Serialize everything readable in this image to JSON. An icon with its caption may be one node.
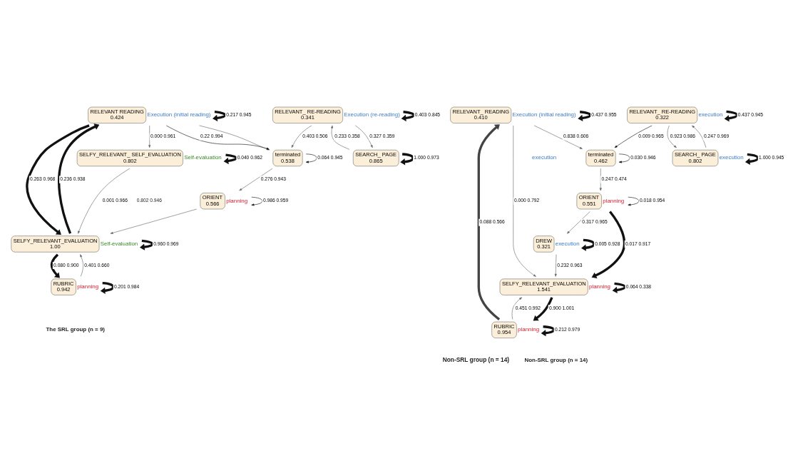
{
  "diagram": {
    "nodes": [
      {
        "text": [
          "RELEVANT READING",
          "0.424"
        ],
        "beside": [
          "Execution (initial reading)"
        ]
      },
      {
        "text": [
          "RELEVANT_ RE-READING",
          "0.341"
        ],
        "beside": [
          "Execution (re-reading)"
        ]
      },
      {
        "text": [
          "terminated",
          "0.538"
        ]
      },
      {
        "text": [
          "SELFY_RELEVANT_ SELF_EVALUATION",
          "0.802"
        ],
        "beside": [
          "Self-evaluation"
        ]
      },
      {
        "text": [
          "SEARCH_ PAGE",
          "0.865"
        ]
      },
      {
        "text": [
          "ORIENT",
          "0.566"
        ],
        "beside": [
          "planning"
        ]
      },
      {
        "text": [
          "SELFY_RELEVANT_EVALUATION",
          "1.00"
        ],
        "beside": [
          "Self-evaluation"
        ]
      },
      {
        "text": [
          "RUBRIC",
          "0.942"
        ],
        "beside": [
          "planning"
        ]
      },
      {
        "text": [
          "RELEVANT_ READING",
          "0.410"
        ],
        "beside": [
          "Execution (initial reading)"
        ]
      },
      {
        "text": [
          "RELEVANT_ RE-READING",
          "0.322"
        ],
        "beside": [
          "execution"
        ]
      },
      {
        "text": [
          "terminated",
          "0.462"
        ]
      },
      {
        "text": [
          "SEARCH_ PAGE",
          "0.802"
        ],
        "beside": [
          "execution"
        ]
      },
      {
        "text": [
          "ORIENT",
          "0.551"
        ],
        "beside": [
          "planning"
        ]
      },
      {
        "text": [
          "DREW",
          "0.321"
        ],
        "beside": [
          "execution"
        ]
      },
      {
        "text": [
          "SELFY_RELEVANT_EVALUATION",
          "1.541"
        ],
        "beside": [
          "planning"
        ]
      },
      {
        "text": [
          "RUBRIC",
          "0.954"
        ],
        "beside": [
          "planning"
        ]
      }
    ],
    "edges": [
      {
        "from": 0,
        "to": 0,
        "arrow": "to",
        "label": "0.217 0.945",
        "style": "thick"
      },
      {
        "from": 1,
        "to": 1,
        "arrow": "to",
        "label": "0.403 0.845",
        "style": "thick"
      },
      {
        "from": 0,
        "to": 2,
        "arrow": "to",
        "color": "#666666"
      },
      {
        "from": 0,
        "to": 2,
        "arrow": "to",
        "label": "0.22 0.994"
      },
      {
        "from": 0,
        "to": 3,
        "arrow": "to",
        "label": "0.000 0.961",
        "color": "#666666"
      },
      {
        "from": 2,
        "to": 2,
        "arrow": "to",
        "label": "0.064 0.945"
      },
      {
        "from": 1,
        "to": 2,
        "arrow": "to",
        "label": "0.403 0.506",
        "color": "#666666"
      },
      {
        "from": 3,
        "to": 3,
        "arrow": "to",
        "label": "0.040 0.962",
        "style": "thick"
      },
      {
        "from": 1,
        "to": 4,
        "arrow": "to",
        "label": "0.327 0.359",
        "color": "#666666"
      },
      {
        "from": 4,
        "to": 1,
        "arrow": "to",
        "label": "0.233 0.358",
        "color": "#666666"
      },
      {
        "from": 4,
        "to": 4,
        "arrow": "to",
        "label": "1.000 0.973",
        "style": "thick"
      },
      {
        "from": 2,
        "to": 5,
        "arrow": "to",
        "label": "0.276 0.943",
        "color": "#666666"
      },
      {
        "from": 5,
        "to": 5,
        "arrow": "to",
        "label": "0.986 0.959"
      },
      {
        "from": 6,
        "to": 0,
        "arrow": "to",
        "label": "0.236 0.938",
        "style": "thick"
      },
      {
        "from": 0,
        "to": 6,
        "arrow": "to",
        "label": "0.263 0.968",
        "style": "thick"
      },
      {
        "from": 6,
        "to": 6,
        "arrow": "to",
        "label": "0.960 0.969",
        "style": "thick"
      },
      {
        "from": 5,
        "to": 6,
        "arrow": "to",
        "color": "#666666"
      },
      {
        "from": 3,
        "to": 6,
        "arrow": "to",
        "label": "0.001 0.966",
        "color": "#666666"
      },
      {
        "from": 7,
        "to": 6,
        "arrow": "to",
        "label": "0.401 0.660",
        "color": "#666666"
      },
      {
        "from": 6,
        "to": 7,
        "arrow": "to",
        "label": "0.080 0.900",
        "style": "thick"
      },
      {
        "from": 7,
        "to": 7,
        "arrow": "to",
        "label": "0.201 0.984",
        "style": "thick"
      },
      {
        "from": 8,
        "to": 8,
        "arrow": "to",
        "label": "0.437 0.955",
        "style": "thick"
      },
      {
        "from": 9,
        "to": 9,
        "arrow": "to",
        "label": "0.437 0.945",
        "style": "thick"
      },
      {
        "from": 8,
        "to": 10,
        "arrow": "to",
        "label": "0.838 0.606",
        "color": "#666666"
      },
      {
        "from": 10,
        "to": 10,
        "arrow": "to",
        "label": "0.030 0.946"
      },
      {
        "from": 9,
        "to": 10,
        "arrow": "to",
        "label": "0.009 0.965"
      },
      {
        "from": 11,
        "to": 11,
        "arrow": "to",
        "label": "1.000 0.945",
        "style": "thick"
      },
      {
        "from": 11,
        "to": 9,
        "arrow": "to",
        "label": "0.247 0.969",
        "color": "#666666"
      },
      {
        "from": 9,
        "to": 11,
        "arrow": "to",
        "label": "0.923 0.986",
        "color": "#666666"
      },
      {
        "from": 10,
        "to": 12,
        "arrow": "to",
        "label": "0.247 0.474",
        "color": "#666666"
      },
      {
        "from": 12,
        "to": 12,
        "arrow": "to",
        "label": "0.018 0.954"
      },
      {
        "from": 12,
        "to": 13,
        "arrow": "to",
        "label": "0.317 0.965",
        "color": "#666666"
      },
      {
        "from": 13,
        "to": 13,
        "arrow": "to",
        "label": "0.005 0.928",
        "style": "thick"
      },
      {
        "from": 12,
        "to": 14,
        "arrow": "to",
        "label": "0.017 0.917",
        "style": "thick"
      },
      {
        "from": 8,
        "to": 14,
        "arrow": "to",
        "label": "0.000 0.792",
        "color": "#666666"
      },
      {
        "from": 13,
        "to": 14,
        "arrow": "to",
        "label": "0.232 0.963",
        "color": "#666666"
      },
      {
        "from": 14,
        "to": 14,
        "arrow": "to",
        "label": "0.064 0.338",
        "style": "thick"
      },
      {
        "from": 15,
        "to": 8,
        "arrow": "to",
        "label": "0.088 0.566",
        "style": "thick",
        "color": "#444444"
      },
      {
        "from": 15,
        "to": 14,
        "arrow": "to",
        "label": "0.451 0.992",
        "color": "#666666"
      },
      {
        "from": 14,
        "to": 15,
        "arrow": "to",
        "label": "0.900 1.001",
        "style": "thick"
      },
      {
        "from": 15,
        "to": 15,
        "arrow": "to",
        "label": "0.212 0.979",
        "style": "thick"
      }
    ],
    "labels": [
      "0.802 0.946",
      "execution",
      "Non-SRL group (n = 14)",
      "The SRL group (n = 9)",
      "Non-SRL group (n = 14)"
    ]
  }
}
